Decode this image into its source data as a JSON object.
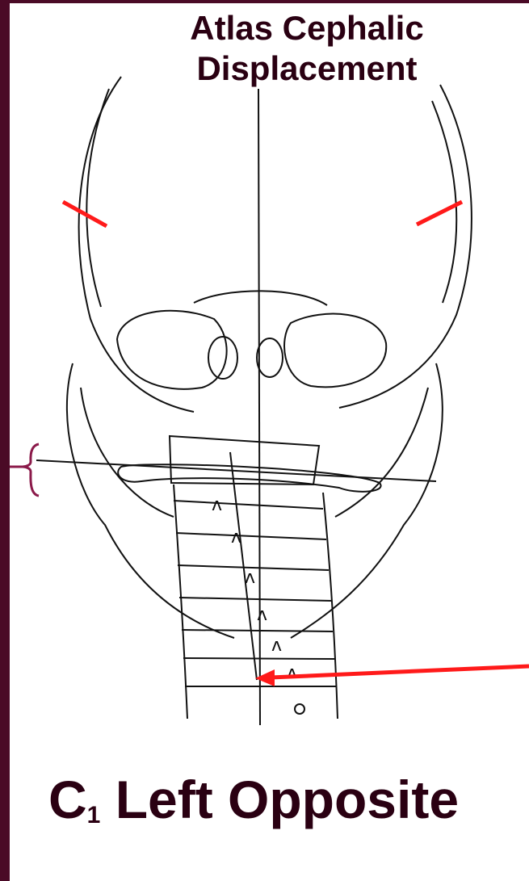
{
  "title": {
    "line1": "Atlas Cephalic",
    "line2": "Displacement"
  },
  "caption": {
    "letter": "C",
    "subscript": "1",
    "text": " Left Opposite"
  },
  "colors": {
    "frame": "#4a0a26",
    "text": "#2a0012",
    "marker": "#ff1a1a",
    "brace": "#8b1a4a"
  }
}
